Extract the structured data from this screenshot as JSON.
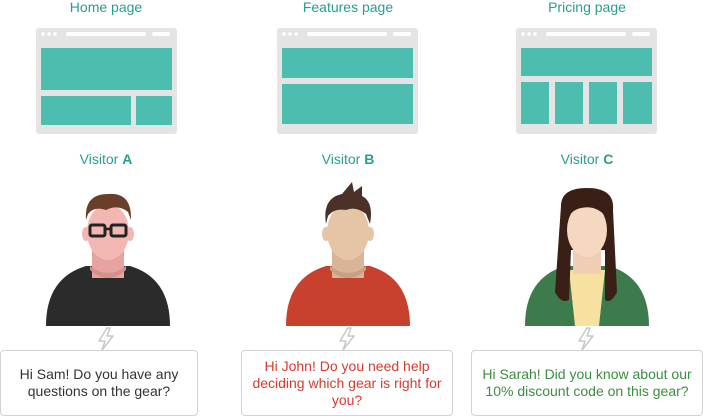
{
  "colors": {
    "accent": "#2a9d8f",
    "wire_block": "#4dbdb0",
    "wire_frame": "#e4e4e4",
    "message_a": "#333333",
    "message_b": "#d63b2f",
    "message_c": "#3a8f3f"
  },
  "columns": [
    {
      "page_title": "Home page",
      "visitor_prefix": "Visitor",
      "visitor_letter": "A",
      "message": "Hi Sam! Do you have any questions on the gear?",
      "avatar_icon": "male-visitor-glasses-icon"
    },
    {
      "page_title": "Features page",
      "visitor_prefix": "Visitor",
      "visitor_letter": "B",
      "message": "Hi John! Do you need help deciding which gear is right for you?",
      "avatar_icon": "male-visitor-spiky-hair-icon"
    },
    {
      "page_title": "Pricing page",
      "visitor_prefix": "Visitor",
      "visitor_letter": "C",
      "message": "Hi Sarah! Did you know about our 10% discount code on this gear?",
      "avatar_icon": "female-visitor-long-hair-icon"
    }
  ]
}
